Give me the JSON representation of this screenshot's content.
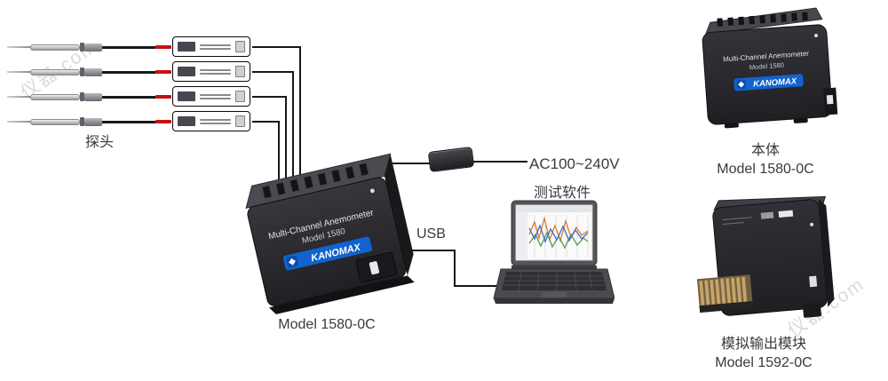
{
  "watermark": {
    "text": "仪器.com"
  },
  "labels": {
    "probe": "探头",
    "main_model": "Model 1580-0C",
    "usb": "USB",
    "ac_power": "AC100~240V",
    "software": "测试软件",
    "body": "本体",
    "body_model": "Model 1580-0C",
    "analog_module": "模拟输出模块",
    "analog_module_model": "Model 1592-0C"
  },
  "device_face": {
    "line1": "Multi-Channel Anemometer",
    "line2": "Model 1580",
    "brand": "KANOMAX"
  },
  "colors": {
    "brand_blue": "#1263cf",
    "device_dark": "#2b2b2f",
    "cable_red": "#c41212",
    "connector_tan": "#c9a468"
  }
}
